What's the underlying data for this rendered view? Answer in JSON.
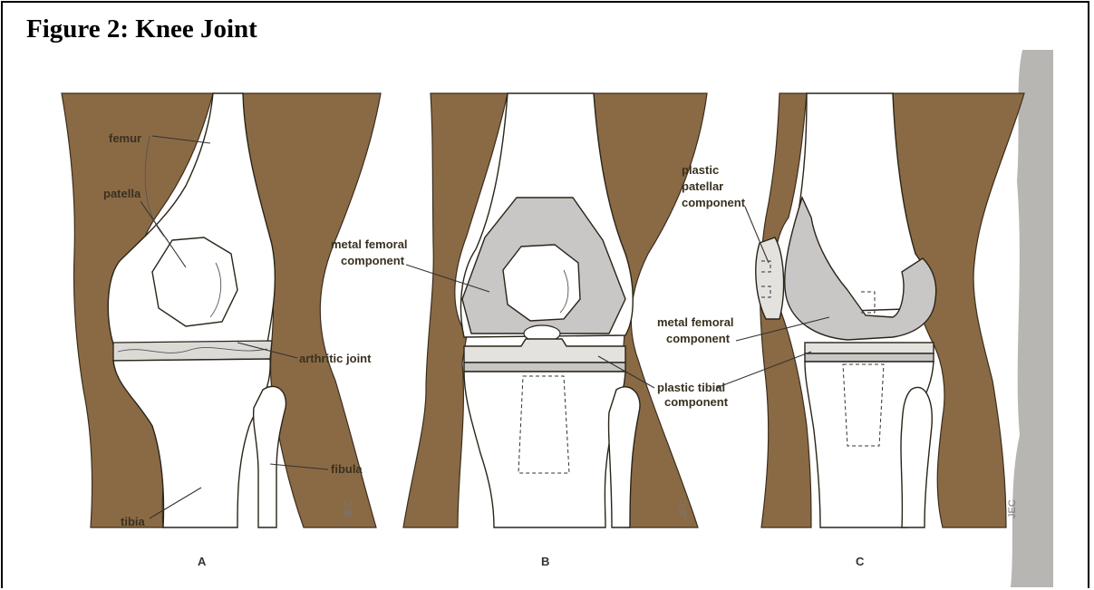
{
  "figure": {
    "title": "Figure 2: Knee Joint"
  },
  "panels": [
    {
      "id": "A",
      "letter": "A",
      "labels": {
        "femur": "femur",
        "patella": "patella",
        "arthritic_joint": "arthritic joint",
        "fibula": "fibula",
        "tibia": "tibia"
      }
    },
    {
      "id": "B",
      "letter": "B",
      "labels": {
        "metal_femoral_line1": "metal femoral",
        "metal_femoral_line2": "component",
        "plastic_tibial_line1": "plastic tibial",
        "plastic_tibial_line2": "component"
      }
    },
    {
      "id": "C",
      "letter": "C",
      "labels": {
        "plastic_patellar_line1": "plastic",
        "plastic_patellar_line2": "patellar",
        "plastic_patellar_line3": "component",
        "metal_femoral_line1": "metal femoral",
        "metal_femoral_line2": "component"
      }
    }
  ],
  "artist_signature": "JEC",
  "colors": {
    "soft_tissue": "#8a6a45",
    "bone": "#ffffff",
    "metal": "#c8c7c5",
    "plastic": "#e3e2de",
    "shadow": "#b8b6b2"
  }
}
